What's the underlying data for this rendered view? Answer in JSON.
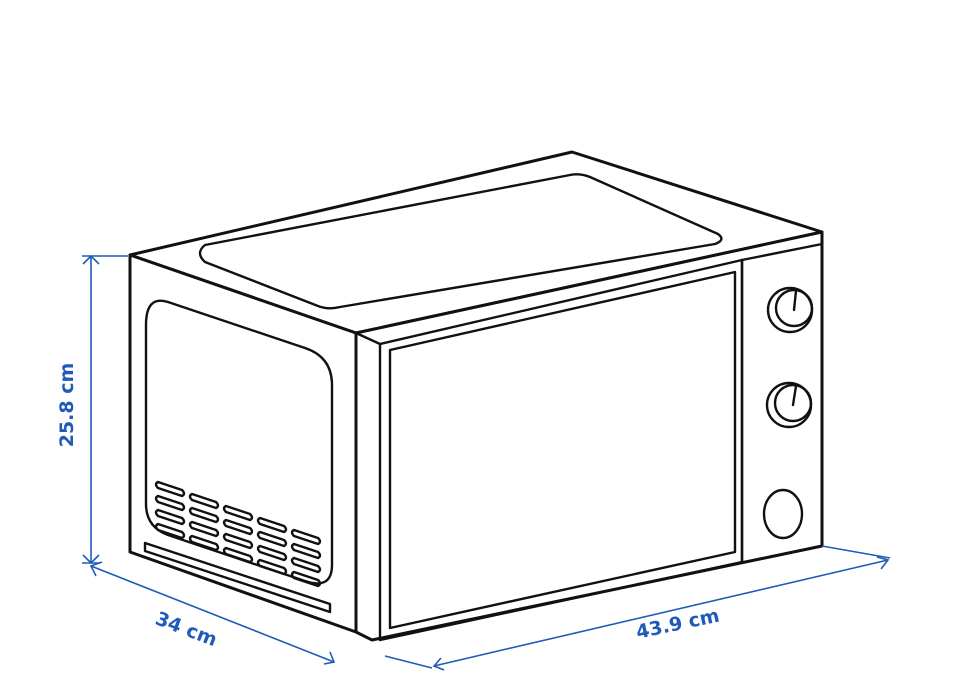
{
  "dimensions": {
    "height": {
      "label": "25.8 cm"
    },
    "depth": {
      "label": "34 cm"
    },
    "width": {
      "label": "43.9 cm"
    }
  },
  "colors": {
    "dimension_line": "#1f5bb8",
    "outline": "#111111",
    "background": "#ffffff"
  },
  "icons": {
    "knob_top": "timer-knob-icon",
    "knob_middle": "power-knob-icon",
    "button_bottom": "door-release-button-icon"
  }
}
